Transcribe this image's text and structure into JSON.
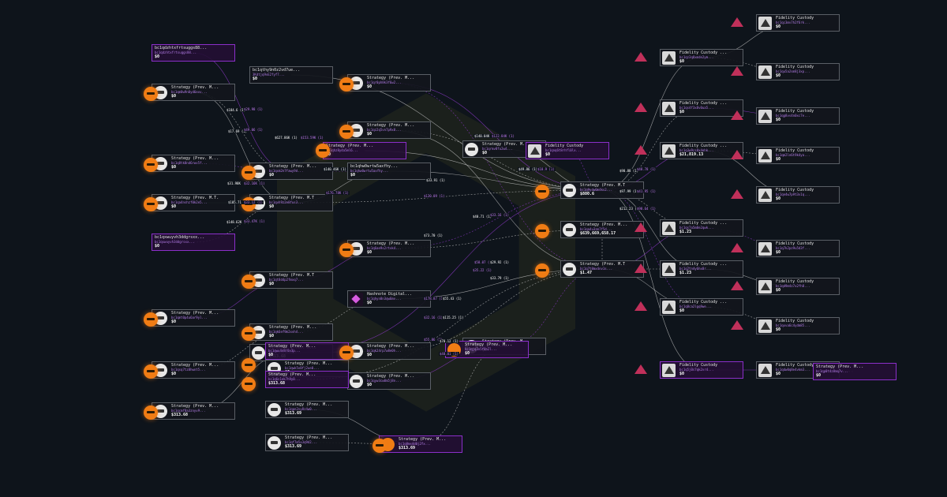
{
  "graph": {
    "nodes": [
      {
        "id": "n1",
        "title": "bc1qdzhtxfrtsuggs88...",
        "addr": "bc1qdzhtxfrtsuggs88...",
        "value": "$0",
        "icon": "none",
        "hl": true
      },
      {
        "id": "n2",
        "title": "Strategy (Prev. M...",
        "addr": "bc1qm0w9n0yd6exv...",
        "value": "$0",
        "icon": "strat",
        "hl": false
      },
      {
        "id": "n3",
        "title": "Strategy (Prev. M...",
        "addr": "bc1q8tk8nd6rwv5f...",
        "value": "$0",
        "icon": "strat",
        "hl": false
      },
      {
        "id": "n4",
        "title": "Strategy (Prev. M.T.",
        "addr": "bc1qa4nshzf0k2e5...",
        "value": "$0",
        "icon": "strat",
        "hl": false
      },
      {
        "id": "n5",
        "title": "bc1qxwuyvh3ddgrsxx...",
        "addr": "bc1qxwuyvh3ddgrsxx...",
        "value": "$0",
        "icon": "none",
        "hl": true
      },
      {
        "id": "n6",
        "title": "Strategy (Prev. M...",
        "addr": "bc1qmt0p4u6ar9yl...",
        "value": "$0",
        "icon": "strat",
        "hl": false
      },
      {
        "id": "n7",
        "title": "Strategy (Prev. M...",
        "addr": "bc1qsq7tz8hwnt5...",
        "value": "$0",
        "icon": "strat",
        "hl": false
      },
      {
        "id": "n8",
        "title": "Strategy (Prev. M...",
        "addr": "bc1qcmf8a3znyv9...",
        "value": "$313.68",
        "icon": "strat",
        "hl": false
      },
      {
        "id": "n9",
        "title": "bc1qthy9n0z2vd7ue...",
        "addr": "3Kdtjq9vE2fyf7...",
        "value": "$0",
        "icon": "none",
        "hl": false
      },
      {
        "id": "n10",
        "title": "Strategy (Prev. M...",
        "addr": "bc1qxm2n7fawy9d...",
        "value": "$0",
        "icon": "strat",
        "hl": false
      },
      {
        "id": "n11",
        "title": "Strategy (Prev. M.T",
        "addr": "bc1qvh9z2e8fus3...",
        "value": "$0",
        "icon": "strat",
        "hl": false
      },
      {
        "id": "n12",
        "title": "Strategy (Prev. M.T",
        "addr": "bc1qt8d4p2fmxq7...",
        "value": "$0",
        "icon": "strat",
        "hl": false
      },
      {
        "id": "n13",
        "title": "Strategy (Prev. M...",
        "addr": "bc1qk6ef9m2xvh4...",
        "value": "$0",
        "icon": "strat",
        "hl": false
      },
      {
        "id": "n14",
        "title": "Strategy (Prev. M...",
        "addr": "bc1qh3uy1ma0q5...",
        "value": "$313.68",
        "icon": "strat",
        "hl": false
      },
      {
        "id": "n15",
        "title": "Strategy (Prev. M...",
        "addr": "bc1qwk5x8fj2ue0...",
        "value": "$0",
        "icon": "strat",
        "hl": false
      },
      {
        "id": "n16",
        "title": "Strategy (Prev. M...",
        "addr": "bc1qpn2vy8z4w0...",
        "value": "$313.69",
        "icon": "strat",
        "hl": false
      },
      {
        "id": "n17",
        "title": "Strategy (Prev. M...",
        "addr": "bc1qf7m5x3q9d2...",
        "value": "$313.69",
        "icon": "strat",
        "hl": false
      },
      {
        "id": "n18",
        "title": "Strategy (Prev. M...",
        "addr": "bc1qr0ph8k3f6w2...",
        "value": "$0",
        "icon": "strat",
        "hl": false
      },
      {
        "id": "n19",
        "title": "Strategy (Prev. M...",
        "addr": "bc1qz2q5vn7p9x8...",
        "value": "$0",
        "icon": "strat",
        "hl": false
      },
      {
        "id": "n20",
        "title": "bc1qhw0wrtw5axfhy...",
        "addr": "bc1qhw0wrtw5axfhy...",
        "value": "$0",
        "icon": "none",
        "hl": false
      },
      {
        "id": "n21",
        "title": "Strategy (Prev. M...",
        "addr": "bc1q6ae9s2rtvk4...",
        "value": "$0",
        "icon": "strat",
        "hl": false
      },
      {
        "id": "n22",
        "title": "Hashnote Digital...",
        "addr": "bc1qhyn8n3qw6mv...",
        "value": "$0",
        "icon": "diamond",
        "hl": false
      },
      {
        "id": "n23",
        "title": "Strategy (Prev. M...",
        "addr": "bc1qk24rp7w8e0h...",
        "value": "$0",
        "icon": "strat",
        "hl": false
      },
      {
        "id": "n24",
        "title": "Strategy (Prev. M...",
        "addr": "bc1qyw3cw0m5j8n...",
        "value": "$0",
        "icon": "strat",
        "hl": false
      },
      {
        "id": "n25",
        "title": "Strategy (Prev. M...",
        "addr": "bc1q8ms4d0j2fx...",
        "value": "$313.69",
        "icon": "orange",
        "hl": true
      },
      {
        "id": "n26",
        "title": "Strategy (Prev. M...",
        "addr": "bc1qrmv8fu2w4...",
        "value": "$0",
        "icon": "strat",
        "hl": false
      },
      {
        "id": "n27",
        "title": "Fidelity Custody",
        "addr": "bc1qnq6t8rhfl0lx...",
        "value": "$0",
        "icon": "fid",
        "hl": true
      },
      {
        "id": "n28",
        "title": "Strategy (Prev. M.T",
        "addr": "bc1q9ydw0m4ks2...",
        "value": "$880.6",
        "icon": "strat",
        "hl": false
      },
      {
        "id": "n29",
        "title": "Strategy (Prev. M...",
        "addr": "bc1qa4u3zm7f5d...",
        "value": "$639,669,658.17",
        "icon": "strat",
        "hl": false
      },
      {
        "id": "n30",
        "title": "Strategy (Prev. M.T",
        "addr": "bc1q7t8mx4nv1s...",
        "value": "$1.47",
        "icon": "strat",
        "hl": false
      },
      {
        "id": "n31",
        "title": "Strategy (Prev. M...",
        "addr": "bc1qf9e6hw3d8k...",
        "value": "$0",
        "icon": "strat",
        "hl": false
      },
      {
        "id": "n32",
        "title": "Fidelity Custody ...",
        "addr": "bc1qz3q8xmde2ym...",
        "value": "$0",
        "icon": "fid",
        "hl": false
      },
      {
        "id": "n33",
        "title": "Fidelity Custody ...",
        "addr": "bc1qs4f3x8v0ua5...",
        "value": "$0",
        "icon": "fid",
        "hl": false
      },
      {
        "id": "n34",
        "title": "Fidelity Custody ...",
        "addr": "bc1q3w9cs8x4ehk...",
        "value": "$21,819.13",
        "icon": "fid",
        "hl": false
      },
      {
        "id": "n35",
        "title": "Fidelity Custody ...",
        "addr": "bc1qs7a5m8e2qwk...",
        "value": "$1.23",
        "icon": "fid",
        "hl": false
      },
      {
        "id": "n36",
        "title": "Fidelity Custody ...",
        "addr": "bc1q2tn4y6hx8r...",
        "value": "$1.23",
        "icon": "fid",
        "hl": false
      },
      {
        "id": "n37",
        "title": "Fidelity Custody ...",
        "addr": "bc1q8ca2lgq9we...",
        "value": "$0",
        "icon": "fid",
        "hl": false
      },
      {
        "id": "n38",
        "title": "Fidelity Custody",
        "addr": "bc1qc3mv7h2f6rk...",
        "value": "$0",
        "icon": "fid",
        "hl": false
      },
      {
        "id": "n39",
        "title": "Fidelity Custody",
        "addr": "bc1qu5a2sm8j3xp...",
        "value": "$0",
        "icon": "fid",
        "hl": false
      },
      {
        "id": "n40",
        "title": "Fidelity Custody",
        "addr": "bc1qg8vs4n0xc7e...",
        "value": "$0",
        "icon": "fid",
        "hl": false
      },
      {
        "id": "n41",
        "title": "Fidelity Custody",
        "addr": "bc1qm2ln6t9k4ya...",
        "value": "$0",
        "icon": "fid",
        "hl": false
      },
      {
        "id": "n42",
        "title": "Fidelity Custody",
        "addr": "bc1qe4w7p9t3v1q...",
        "value": "$0",
        "icon": "fid",
        "hl": false
      },
      {
        "id": "n43",
        "title": "Fidelity Custody",
        "addr": "bc1q7k2pz9u5d3f...",
        "value": "$0",
        "icon": "fid",
        "hl": false
      },
      {
        "id": "n44",
        "title": "Fidelity Custody",
        "addr": "bc1qd9m4z7x2fh8...",
        "value": "$0",
        "icon": "fid",
        "hl": false
      },
      {
        "id": "n45",
        "title": "Fidelity Custody",
        "addr": "bc1qxva6c4ydm85...",
        "value": "$0",
        "icon": "fid",
        "hl": false
      },
      {
        "id": "n46",
        "title": "Fidelity Custody",
        "addr": "bc1q5j0s7qk2vr4...",
        "value": "$0",
        "icon": "fid",
        "hl": true
      },
      {
        "id": "n47",
        "title": "Fidelity Custody",
        "addr": "bc1qdw0q8e4vkm3...",
        "value": "$0",
        "icon": "fid",
        "hl": false
      },
      {
        "id": "n48",
        "title": "Strategy (Prev. M...",
        "addr": "bc1qhz8y4a5ml6...",
        "value": "$0",
        "icon": "none",
        "hl": true
      },
      {
        "id": "n49",
        "title": "Strategy (Prev. M...",
        "addr": "bc1qwu4n8r0v3p...",
        "value": "$0",
        "icon": "none",
        "hl": true
      },
      {
        "id": "n50",
        "title": "Strategy (Prev. M...",
        "addr": "bc1q6s1ek7h9y0...",
        "value": "$313.68",
        "icon": "none",
        "hl": true
      },
      {
        "id": "n51",
        "title": "Strategy (Prev. M...",
        "addr": "bc1qjq3x5f8n2l...",
        "value": "$0",
        "icon": "orange",
        "hl": true
      },
      {
        "id": "n52",
        "title": "Strategy (Prev. M...",
        "addr": "bc1qp0t4z8mq7v...",
        "value": "$0",
        "icon": "none",
        "hl": true
      }
    ],
    "edge_labels": [
      "$184.6 (1)",
      "$29.98 (1)",
      "$17.69 (1)",
      "$49.06 (1)",
      "$627.86K (1)",
      "$153.59K (1)",
      "$31.98K (1)",
      "$32.16K (1)",
      "$105.71 (1)",
      "$33.12 (1)",
      "$148.62K (1)",
      "$33.47K (1)",
      "$140.46K (1)",
      "$176.78K (1)",
      "$33.91 (1)",
      "$120.09 (1)",
      "$40.71 (1)",
      "$33.16 (1)",
      "$73.70 (1)",
      "$58.07 (1)",
      "$29.92 (1)",
      "$35.22 (1)",
      "$33.79 (1)",
      "$178.87 (1)",
      "$55.43 (1)",
      "$32.16 (1)",
      "$115.25 (1)",
      "$55.86 (1)",
      "$70.12 (1)",
      "$40.01 (1)",
      "$140.04K (1)",
      "$122.84K (1)",
      "$49.86 (1)",
      "$18.9 (1)",
      "$90.88 (1)",
      "$48.78 (1)",
      "$97.99 (1)",
      "$41.95 (1)",
      "$212.23 (1)",
      "$98.64 (1)"
    ]
  },
  "colors": {
    "background": "#0e141b",
    "accent": "#8b2fc9",
    "orange": "#f07c14",
    "edge": "#c8c8c8",
    "edge_purple": "#9a3cd9"
  }
}
